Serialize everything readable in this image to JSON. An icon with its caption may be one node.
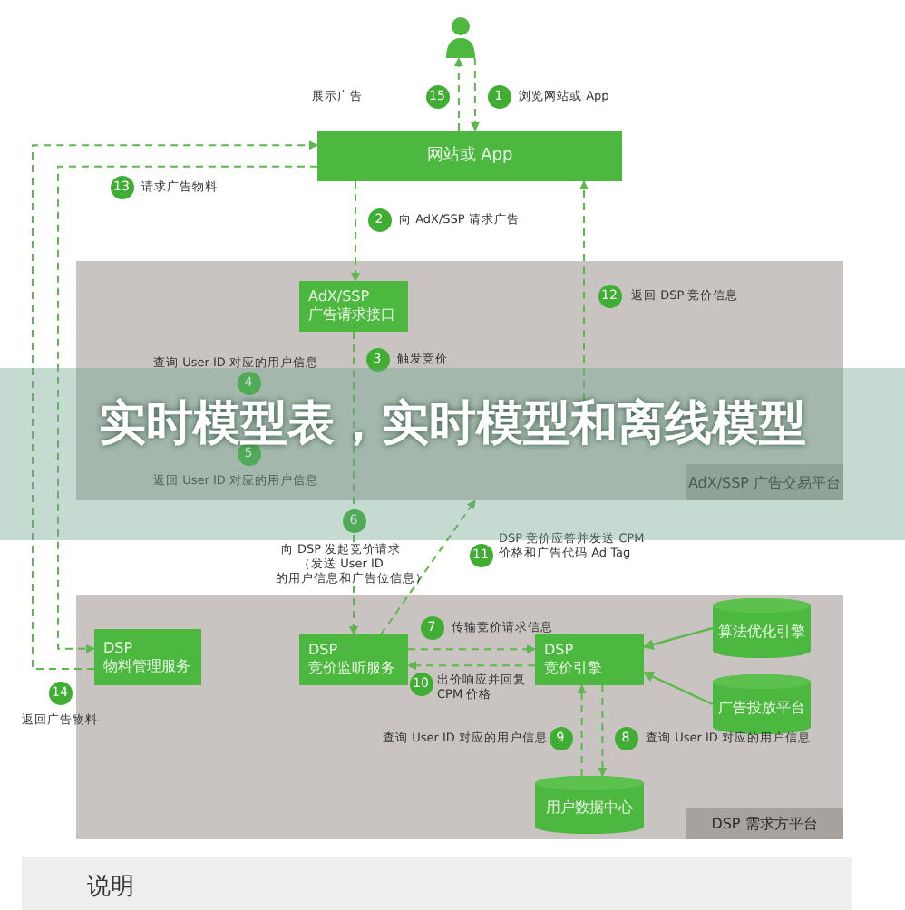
{
  "diagram": {
    "title": "实时模型表，实时模型和离线模型",
    "nodes": [
      {
        "text": [],
        "shape": "person"
      },
      {
        "text": [
          "网站或 App"
        ]
      },
      {
        "text": [
          "AdX/SSP 广告交易平台"
        ]
      },
      {
        "text": [
          "AdX/SSP 广告请求接口"
        ],
        "in": 2
      },
      {
        "text": [
          "DSP 需求方平台"
        ]
      },
      {
        "text": [
          "DSP 物料管理服务"
        ],
        "in": 4
      },
      {
        "text": [
          "DSP 竞价监听服务"
        ],
        "in": 4
      },
      {
        "text": [
          "DSP 竞价引擎"
        ],
        "in": 4
      },
      {
        "text": [
          "算法优化引擎"
        ],
        "in": 4
      },
      {
        "text": [
          "广告投放平台"
        ],
        "in": 4
      },
      {
        "text": [
          "用户数据中心"
        ],
        "in": 4
      },
      {
        "text": [
          "说明"
        ]
      }
    ],
    "edges": [
      {
        "from": 1,
        "to": 0,
        "arrow": "to",
        "style": "dashed"
      },
      {
        "from": 0,
        "to": 1,
        "arrow": "to",
        "style": "dashed"
      },
      {
        "from": 1,
        "to": 3,
        "arrow": "to",
        "style": "dashed"
      },
      {
        "from": null,
        "to": 1,
        "arrow": "to",
        "style": "dashed"
      },
      {
        "from": 3,
        "to": 6,
        "arrow": "to",
        "style": "dashed"
      },
      {
        "from": 6,
        "to": 2,
        "arrow": "to",
        "style": "dashed"
      },
      {
        "from": 6,
        "to": 7,
        "arrow": "to",
        "style": "dashed"
      },
      {
        "from": 7,
        "to": 6,
        "arrow": "to",
        "style": "dashed"
      },
      {
        "from": 8,
        "to": 7,
        "arrow": "to"
      },
      {
        "from": 9,
        "to": 7,
        "arrow": "to"
      },
      {
        "from": 7,
        "to": 10,
        "arrow": "to",
        "style": "dashed"
      },
      {
        "from": 10,
        "to": 7,
        "arrow": "to",
        "style": "dashed"
      },
      {
        "from": 1,
        "to": 5,
        "arrow": "to",
        "style": "dashed"
      },
      {
        "from": 5,
        "to": 1,
        "arrow": "to",
        "style": "dashed"
      }
    ],
    "labels": [
      "展示广告",
      "15",
      "1",
      "浏览网站或 App",
      "13",
      "请求广告物料",
      "2",
      "向 AdX/SSP 请求广告",
      "12",
      "返回 DSP 竞价信息",
      "查询 User ID 对应的用户信息",
      "3",
      "触发竞价",
      "4",
      "5",
      "返回 User ID 对应的用户信息",
      "6",
      "向 DSP 发起竞价请求（发送 User ID 的用户信息和广告位信息）",
      "11",
      "DSP 竞价应答并发送 CPM 价格和广告代码 Ad Tag",
      "7",
      "传输竞价请求信息",
      "10",
      "出价响应并回复 CPM 价格",
      "14",
      "返回广告物料",
      "查询 User ID 对应的用户信息",
      "9",
      "8",
      "查询 User ID 对应的用户信息"
    ]
  }
}
